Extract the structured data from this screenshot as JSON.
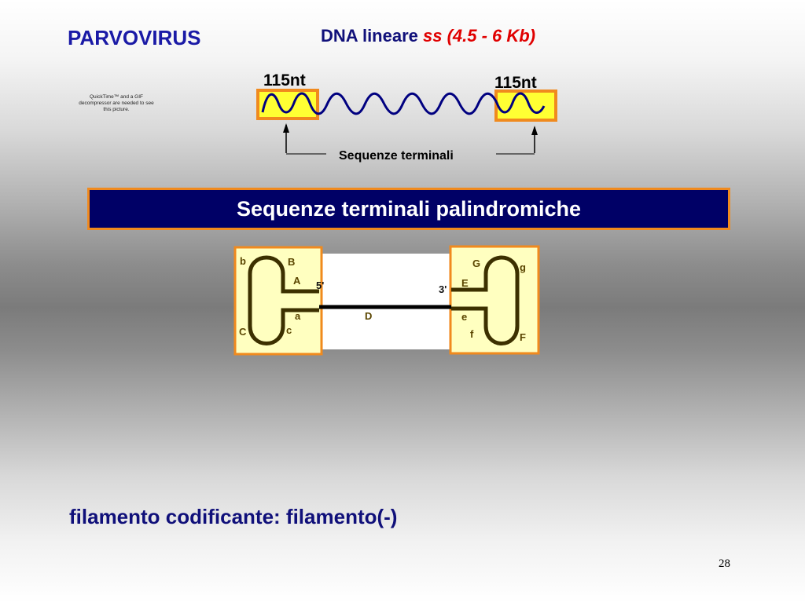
{
  "slide": {
    "title": "PARVOVIRUS",
    "dna_heading": {
      "prefix": "DNA lineare ",
      "accent": "ss (4.5 - 6 Kb)"
    },
    "quicktime_note": "QuickTime™ and a GIF decompressor are needed to see this picture.",
    "banner": "Sequenze terminali palindromiche",
    "footer": "filamento codificante: filamento(-)",
    "page_number": "28"
  },
  "dna_diagram": {
    "left_label": "115nt",
    "right_label": "115nt",
    "terminal_label": "Sequenze terminali",
    "colors": {
      "box_fill": "#ffff33",
      "box_border": "#f08a1e",
      "strand": "#000080"
    }
  },
  "hairpin_diagram": {
    "left_letters": {
      "b": "b",
      "B": "B",
      "A": "A",
      "a": "a",
      "C": "C",
      "c": "c"
    },
    "right_letters": {
      "G": "G",
      "g": "g",
      "E": "E",
      "e": "e",
      "f": "f",
      "F": "F"
    },
    "center_label": "D",
    "five_prime": "5'",
    "three_prime": "3'",
    "colors": {
      "panel_fill": "#ffffc0",
      "panel_border": "#f08a1e",
      "loop_stroke": "#3c3000",
      "stem_stroke": "#000000"
    }
  }
}
